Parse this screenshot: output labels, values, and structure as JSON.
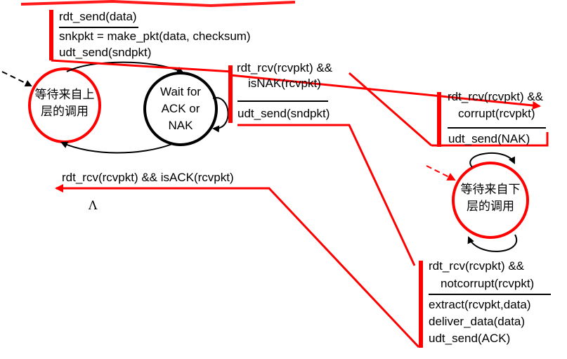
{
  "sender": {
    "state_wait_call": "等待来自上层的调用",
    "state_wait_ack": "Wait for ACK or NAK",
    "t1_event": "rdt_send(data)",
    "t1_action1": "snkpkt = make_pkt(data, checksum)",
    "t1_action2": "udt_send(sndpkt)",
    "t2_event1": "rdt_rcv(rcvpkt) &&",
    "t2_event2": "isNAK(rcvpkt)",
    "t2_action": "udt_send(sndpkt)",
    "t3_event": "rdt_rcv(rcvpkt) && isACK(rcvpkt)",
    "t3_action": "Λ"
  },
  "receiver": {
    "state_wait_below": "等待来自下层的调用",
    "t1_event1": "rdt_rcv(rcvpkt) &&",
    "t1_event2": "corrupt(rcvpkt)",
    "t1_action": "udt_send(NAK)",
    "t2_event1": "rdt_rcv(rcvpkt) &&",
    "t2_event2": "notcorrupt(rcvpkt)",
    "t2_action1": "extract(rcvpkt,data)",
    "t2_action2": "deliver_data(data)",
    "t2_action3": "udt_send(ACK)"
  },
  "colors": {
    "accent": "#ff0000",
    "ink": "#000000"
  }
}
